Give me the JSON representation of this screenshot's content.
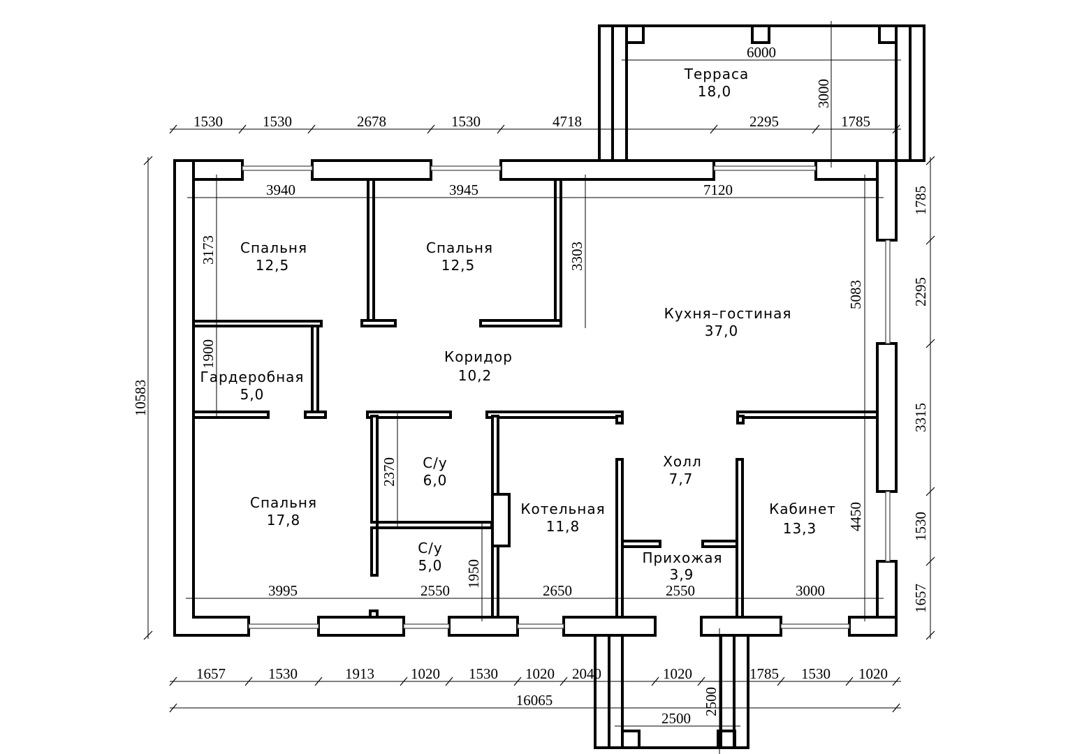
{
  "plan": {
    "units": "mm",
    "rooms": [
      {
        "name": "Терраса",
        "area": "18,0"
      },
      {
        "name": "Спальня",
        "area": "12,5"
      },
      {
        "name": "Спальня",
        "area": "12,5"
      },
      {
        "name": "Кухня–гостиная",
        "area": "37,0"
      },
      {
        "name": "Гардеробная",
        "area": "5,0"
      },
      {
        "name": "Коридор",
        "area": "10,2"
      },
      {
        "name": "С/у",
        "area": "6,0"
      },
      {
        "name": "С/у",
        "area": "5,0"
      },
      {
        "name": "Котельная",
        "area": "11,8"
      },
      {
        "name": "Холл",
        "area": "7,7"
      },
      {
        "name": "Прихожая",
        "area": "3,9"
      },
      {
        "name": "Кабинет",
        "area": "13,3"
      },
      {
        "name": "Спальня",
        "area": "17,8"
      }
    ],
    "dims_top_outer": [
      "1530",
      "1530",
      "2678",
      "1530",
      "4718",
      "2295",
      "1785"
    ],
    "terrace_width": "6000",
    "terrace_depth": "3000",
    "dims_top_inner": [
      "3940",
      "3945",
      "7120"
    ],
    "dims_right_outer": [
      "1785",
      "2295",
      "3315",
      "1530",
      "1657"
    ],
    "dims_right_inner": [
      "5083",
      "4450"
    ],
    "dims_left_total": "10583",
    "dims_left_inner": [
      "3173",
      "1900"
    ],
    "dims_corridor": [
      "3303",
      "2370",
      "1950"
    ],
    "dims_bottom_inner": [
      "3995",
      "2550",
      "2650",
      "2550",
      "3000"
    ],
    "dims_bottom_outer": [
      "1657",
      "1530",
      "1913",
      "1020",
      "1530",
      "1020",
      "2040",
      "1020",
      "1785",
      "1530",
      "1020"
    ],
    "dims_bottom_total": "16065",
    "porch_width": "2500",
    "porch_depth": "2500"
  }
}
